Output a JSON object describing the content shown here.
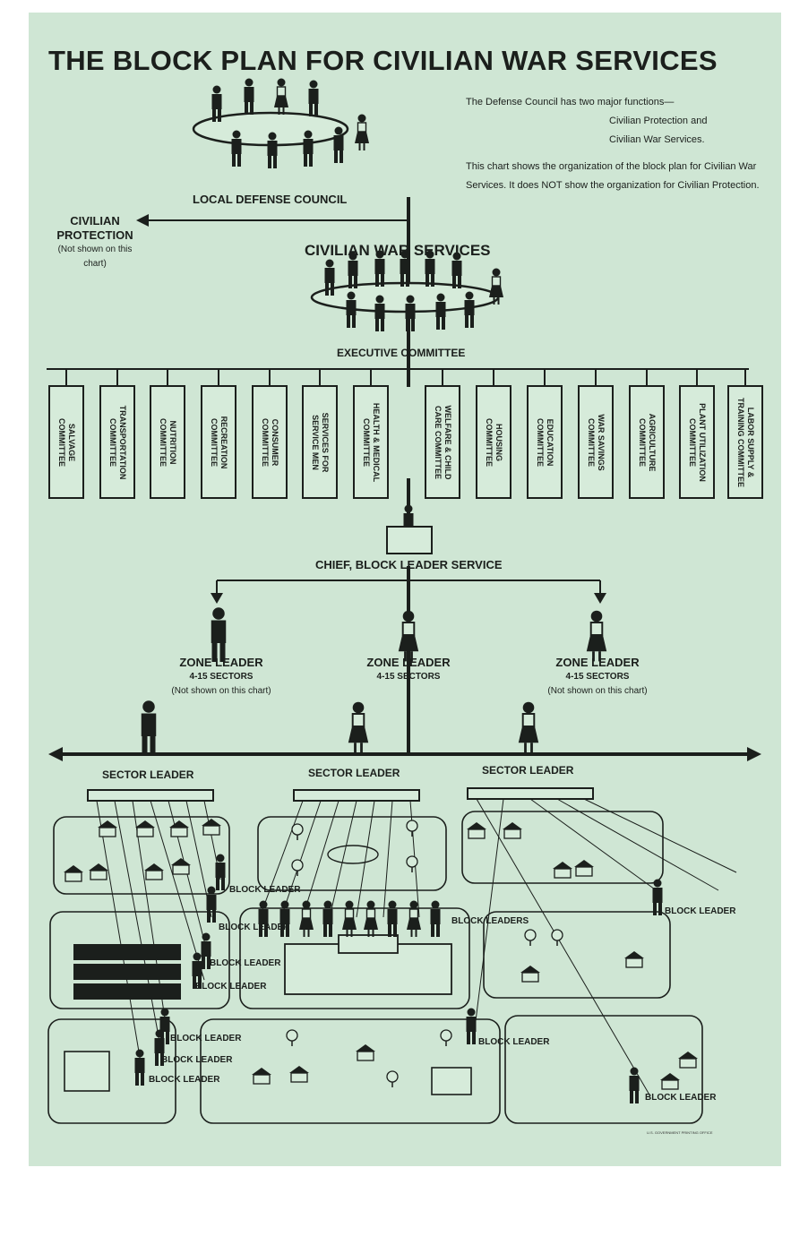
{
  "poster": {
    "title": "THE BLOCK PLAN FOR CIVILIAN WAR SERVICES",
    "note_line1": "The Defense Council has two major functions—",
    "note_line2": "Civilian Protection and",
    "note_line3": "Civilian War Services.",
    "note_para2": "This chart shows the organization of the block plan for Civilian War Services.  It does NOT show the organization for Civilian Protection.",
    "council_label": "LOCAL DEFENSE COUNCIL",
    "protection_label": "CIVILIAN PROTECTION",
    "protection_note": "(Not shown on this chart)",
    "services_label": "CIVILIAN WAR SERVICES",
    "executive_label": "EXECUTIVE COMMITTEE",
    "committees": [
      "SALVAGE\nCOMMITTEE",
      "TRANSPORTATION\nCOMMITTEE",
      "NUTRITION\nCOMMITTEE",
      "RECREATION\nCOMMITTEE",
      "CONSUMER\nCOMMITTEE",
      "SERVICES FOR\nSERVICE MEN",
      "HEALTH & MEDICAL\nCOMMITTEE",
      "WELFARE & CHILD\nCARE COMMITTEE",
      "HOUSING\nCOMMITTEE",
      "EDUCATION\nCOMMITTEE",
      "WAR SAVINGS\nCOMMITTEE",
      "AGRICULTURE\nCOMMITTEE",
      "PLANT UTILIZATION\nCOMMITTEE",
      "LABOR SUPPLY &\nTRAINING COMMITTEE"
    ],
    "chief_label": "CHIEF, BLOCK LEADER SERVICE",
    "zone_left": {
      "title": "ZONE LEADER",
      "sub": "4-15 SECTORS",
      "note": "(Not shown on this chart)"
    },
    "zone_center": {
      "title": "ZONE LEADER",
      "sub": "4-15 SECTORS"
    },
    "zone_right": {
      "title": "ZONE LEADER",
      "sub": "4-15 SECTORS",
      "note": "(Not shown on this chart)"
    },
    "sector_label": "SECTOR LEADER",
    "block_leader": "BLOCK LEADER",
    "block_leaders": "BLOCK LEADERS",
    "printer_note": "U.S. GOVERNMENT PRINTING OFFICE"
  },
  "colors": {
    "background": "#cfe6d4",
    "ink": "#1b1f1c",
    "box_fill": "#d6ebda"
  },
  "icons": [
    "meeting-table-figures",
    "seated-chief-figure",
    "standing-leader-figure",
    "house-icon",
    "tree-icon",
    "factory-icon",
    "barn-icon"
  ]
}
